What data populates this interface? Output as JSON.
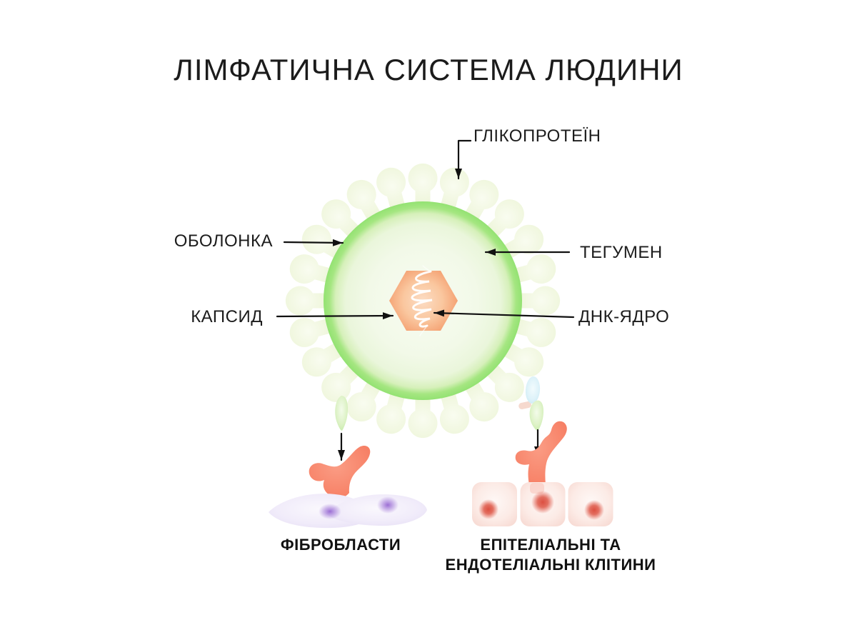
{
  "title": "ЛІМФАТИЧНА СИСТЕМА ЛЮДИНИ",
  "labels": {
    "glycoprotein": "ГЛІКОПРОТЕЇН",
    "envelope": "ОБОЛОНКА",
    "tegument": "ТЕГУМЕН",
    "capsid": "КАПСИД",
    "dna_core": "ДНК-ЯДРО",
    "fibroblasts": "ФІБРОБЛАСТИ",
    "epithelial_line1": "ЕПІТЕЛІАЛЬНІ ТА",
    "epithelial_line2": "ЕНДОТЕЛІАЛЬНІ КЛІТИНИ"
  },
  "colors": {
    "background": "#ffffff",
    "text": "#1b1b1b",
    "arrow": "#111111",
    "envelope_rim_green": "#93e272",
    "spike_green": "#cfe3a2",
    "capsid_orange": "#f5a678",
    "dna_coil": "#ffffff",
    "receptor_coral": "#f8876d",
    "fibroblast_lavender": "#e9e2f6",
    "fibroblast_nucleus_purple": "#9666d2",
    "epithelial_pink": "#f6d5cd",
    "epithelial_nucleus_red": "#dc4f40",
    "virion_drop_green": "#bfe9a2",
    "virion_drop_blue": "#c3e7f2"
  }
}
